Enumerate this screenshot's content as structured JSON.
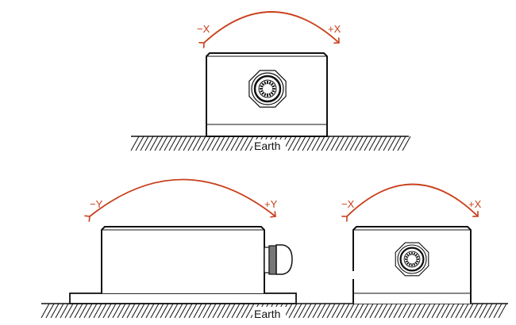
{
  "colors": {
    "arrow": "#c8401c",
    "outline": "#111111",
    "background": "#ffffff"
  },
  "top_view": {
    "left_label": "−X",
    "right_label": "+X",
    "ground_label": "Earth"
  },
  "bottom_left_view": {
    "left_label": "−Y",
    "right_label": "+Y"
  },
  "bottom_right_view": {
    "left_label": "−X",
    "right_label": "+X"
  },
  "bottom_ground_label": "Earth"
}
